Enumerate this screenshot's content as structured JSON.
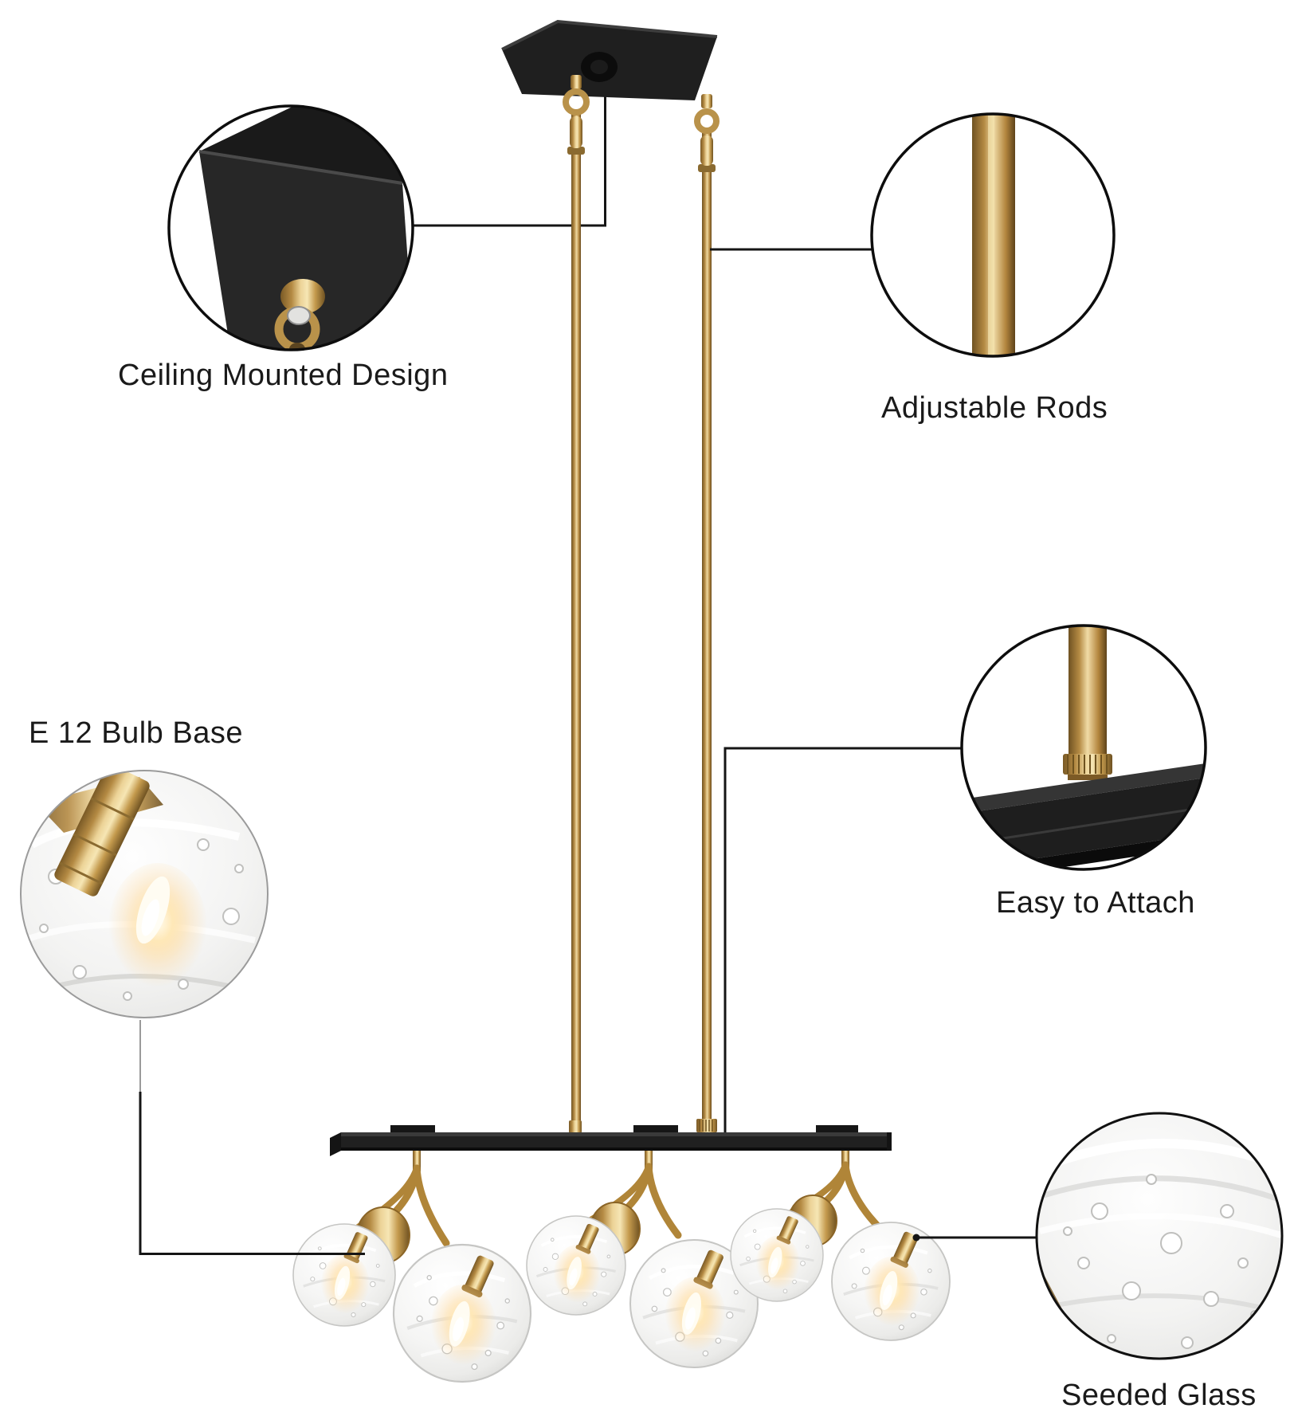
{
  "meta": {
    "description": "Product feature infographic of a 6-light black and brass linear chandelier with seeded glass globes"
  },
  "callouts": [
    {
      "id": "ceiling-mount",
      "label": "Ceiling Mounted Design"
    },
    {
      "id": "adjustable-rods",
      "label": "Adjustable Rods"
    },
    {
      "id": "bulb-base",
      "label": "E 12 Bulb Base"
    },
    {
      "id": "easy-attach",
      "label": "Easy to Attach"
    },
    {
      "id": "seeded-glass",
      "label": "Seeded Glass"
    }
  ],
  "colors": {
    "accent_brass": "#b98e45",
    "fixture_black": "#1e1e1e",
    "label_text": "#1a1a1a",
    "glow_warm": "#ffe3b0",
    "background": "#ffffff"
  }
}
